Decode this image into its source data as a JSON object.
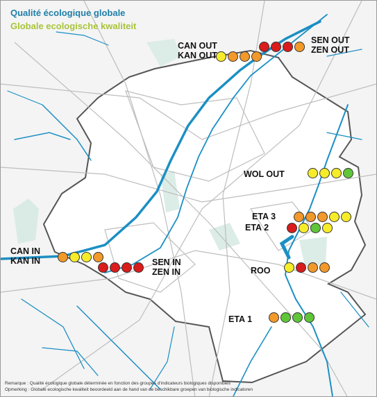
{
  "title_fr": "Qualité écologique globale",
  "title_nl": "Globale ecologische kwaliteit",
  "colors": {
    "red": "#d91c1c",
    "orange": "#f2992b",
    "yellow": "#f7ec2a",
    "green": "#5fc639",
    "water": "#1b8fc4",
    "region_fill": "#ffffff",
    "green_space": "#cfe6de"
  },
  "stations": [
    {
      "id": "can-out",
      "label_1": "CAN OUT",
      "label_2": "KAN OUT",
      "ratings": [
        "yellow",
        "orange",
        "orange",
        "orange"
      ]
    },
    {
      "id": "sen-out",
      "label_1": "SEN OUT",
      "label_2": "ZEN OUT",
      "ratings": [
        "red",
        "red",
        "red",
        "orange"
      ]
    },
    {
      "id": "wol-out",
      "label_1": "WOL OUT",
      "ratings": [
        "yellow",
        "yellow",
        "yellow",
        "green"
      ]
    },
    {
      "id": "eta-3",
      "label_1": "ETA 3",
      "ratings": [
        "orange",
        "orange",
        "orange",
        "yellow",
        "yellow"
      ]
    },
    {
      "id": "eta-2",
      "label_1": "ETA 2",
      "ratings": [
        "red",
        "yellow",
        "green",
        "yellow"
      ]
    },
    {
      "id": "can-in",
      "label_1": "CAN IN",
      "label_2": "KAN IN",
      "ratings": [
        "orange",
        "yellow",
        "yellow",
        "orange"
      ]
    },
    {
      "id": "sen-in",
      "label_1": "SEN IN",
      "label_2": "ZEN IN",
      "ratings": [
        "red",
        "red",
        "red",
        "red"
      ]
    },
    {
      "id": "roo",
      "label_1": "ROO",
      "ratings": [
        "yellow",
        "red",
        "orange",
        "orange"
      ]
    },
    {
      "id": "eta-1",
      "label_1": "ETA 1",
      "ratings": [
        "orange",
        "green",
        "green",
        "green"
      ]
    }
  ],
  "footnote_fr": "Remarque : Qualité écologique globale déterminée en fonction des groupes d'indicateurs biologiques disponibles",
  "footnote_nl": "Opmerking : Globale ecologische kwaliteit beoordeeld aan de hand van de beschikbare groepen van biologische indicatoren"
}
